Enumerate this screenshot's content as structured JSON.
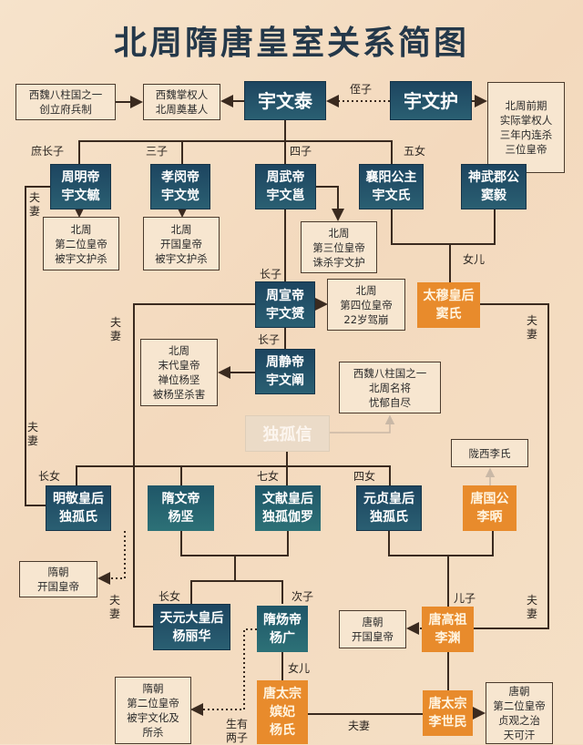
{
  "title": "北周隋唐皇室关系简图",
  "nodes": {
    "xiwei_zhuguo": "西魏八柱国之一\n创立府兵制",
    "yuwentai_note": "西魏掌权人\n北周奠基人",
    "yuwentai": "宇文泰",
    "yuwenhu": "宇文护",
    "yuwenhu_note": "北周前期\n实际掌权人\n三年内连杀\n三位皇帝",
    "mingdi": "周明帝\n宇文毓",
    "xiaomindi": "孝闵帝\n宇文觉",
    "wudi": "周武帝\n宇文邕",
    "xiangyang": "襄阳公主\n宇文氏",
    "douyi": "神武郡公\n窦毅",
    "mingdi_note": "北周\n第二位皇帝\n被宇文护杀",
    "xiaomindi_note": "北周\n开国皇帝\n被宇文护杀",
    "wudi_note": "北周\n第三位皇帝\n诛杀宇文护",
    "xuandi": "周宣帝\n宇文赟",
    "xuandi_note": "北周\n第四位皇帝\n22岁驾崩",
    "taimu": "太穆皇后\n窦氏",
    "jingdi": "周静帝\n宇文阐",
    "jingdi_note": "北周\n末代皇帝\n禅位杨坚\n被杨坚杀害",
    "dugu_note": "西魏八柱国之一\n北周名将\n忧郁自尽",
    "duguxin": "独孤信",
    "longxi": "陇西李氏",
    "mingjing": "明敬皇后\n独孤氏",
    "wendi": "隋文帝\n杨坚",
    "wenxian": "文献皇后\n独孤伽罗",
    "yuanzhen": "元贞皇后\n独孤氏",
    "tangguogong": "唐国公\n李昞",
    "wendi_note": "隋朝\n开国皇帝",
    "tianyuan": "天元大皇后\n杨丽华",
    "yangdi": "隋炀帝\n杨广",
    "gaozu": "唐高祖\n李渊",
    "gaozu_note": "唐朝\n开国皇帝",
    "yangdi_note": "隋朝\n第二位皇帝\n被宇文化及\n所杀",
    "yangshi": "唐太宗\n嫔妃\n杨氏",
    "taizong": "唐太宗\n李世民",
    "taizong_note": "唐朝\n第二位皇帝\n贞观之治\n天可汗"
  },
  "labels": {
    "nephew": "侄子",
    "eldest_concubine_son": "庶长子",
    "third_son": "三子",
    "fourth_son": "四子",
    "fifth_daughter": "五女",
    "daughter1": "女儿",
    "eldest_son1": "长子",
    "eldest_son2": "长子",
    "couple1": "夫\n妻",
    "couple2": "夫\n妻",
    "couple3": "夫\n妻",
    "couple4": "夫\n妻",
    "couple5": "夫\n妻",
    "couple6": "夫\n妻",
    "couple7": "夫妻",
    "eldest_daughter1": "长女",
    "seventh_daughter": "七女",
    "fourth_daughter": "四女",
    "eldest_daughter2": "长女",
    "second_son": "次子",
    "son": "儿子",
    "daughter2": "女儿",
    "two_sons": "生有\n两子"
  },
  "colors": {
    "dark": "#1d4560",
    "orange": "#e88b2c",
    "line": "#3a2a1f",
    "background": "#f4dcc0"
  }
}
